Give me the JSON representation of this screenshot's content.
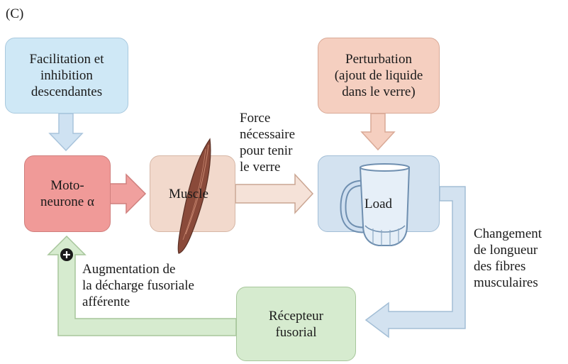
{
  "panel_label": "(C)",
  "boxes": {
    "facilitation": "Facilitation et\ninhibition\ndescendantes",
    "perturbation": "Perturbation\n(ajout de liquide\ndans le verre)",
    "motoneurone": "Moto-\nneurone α",
    "muscle": "Muscle",
    "load": "Load",
    "recepteur": "Récepteur\nfusorial"
  },
  "annotations": {
    "force": "Force\nnécessaire\npour tenir\nle verre",
    "changement": "Changement\nde longueur\ndes fibres\nmusculaires",
    "augmentation": "Augmentation de\nla décharge fusoriale\nafférente"
  },
  "colors": {
    "facilitation_fill": "#cfe8f6",
    "perturbation_fill": "#f5cfc0",
    "motoneurone_fill": "#f09a98",
    "muscle_fill": "#f2d9cc",
    "load_fill": "#d3e2f0",
    "recepteur_fill": "#d6ebcf",
    "blue_arrow": "#cfe2f2",
    "salmon_arrow": "#f5cfc0",
    "red_arrow": "#f0a09e",
    "green_arrow": "#d6ebcf"
  }
}
